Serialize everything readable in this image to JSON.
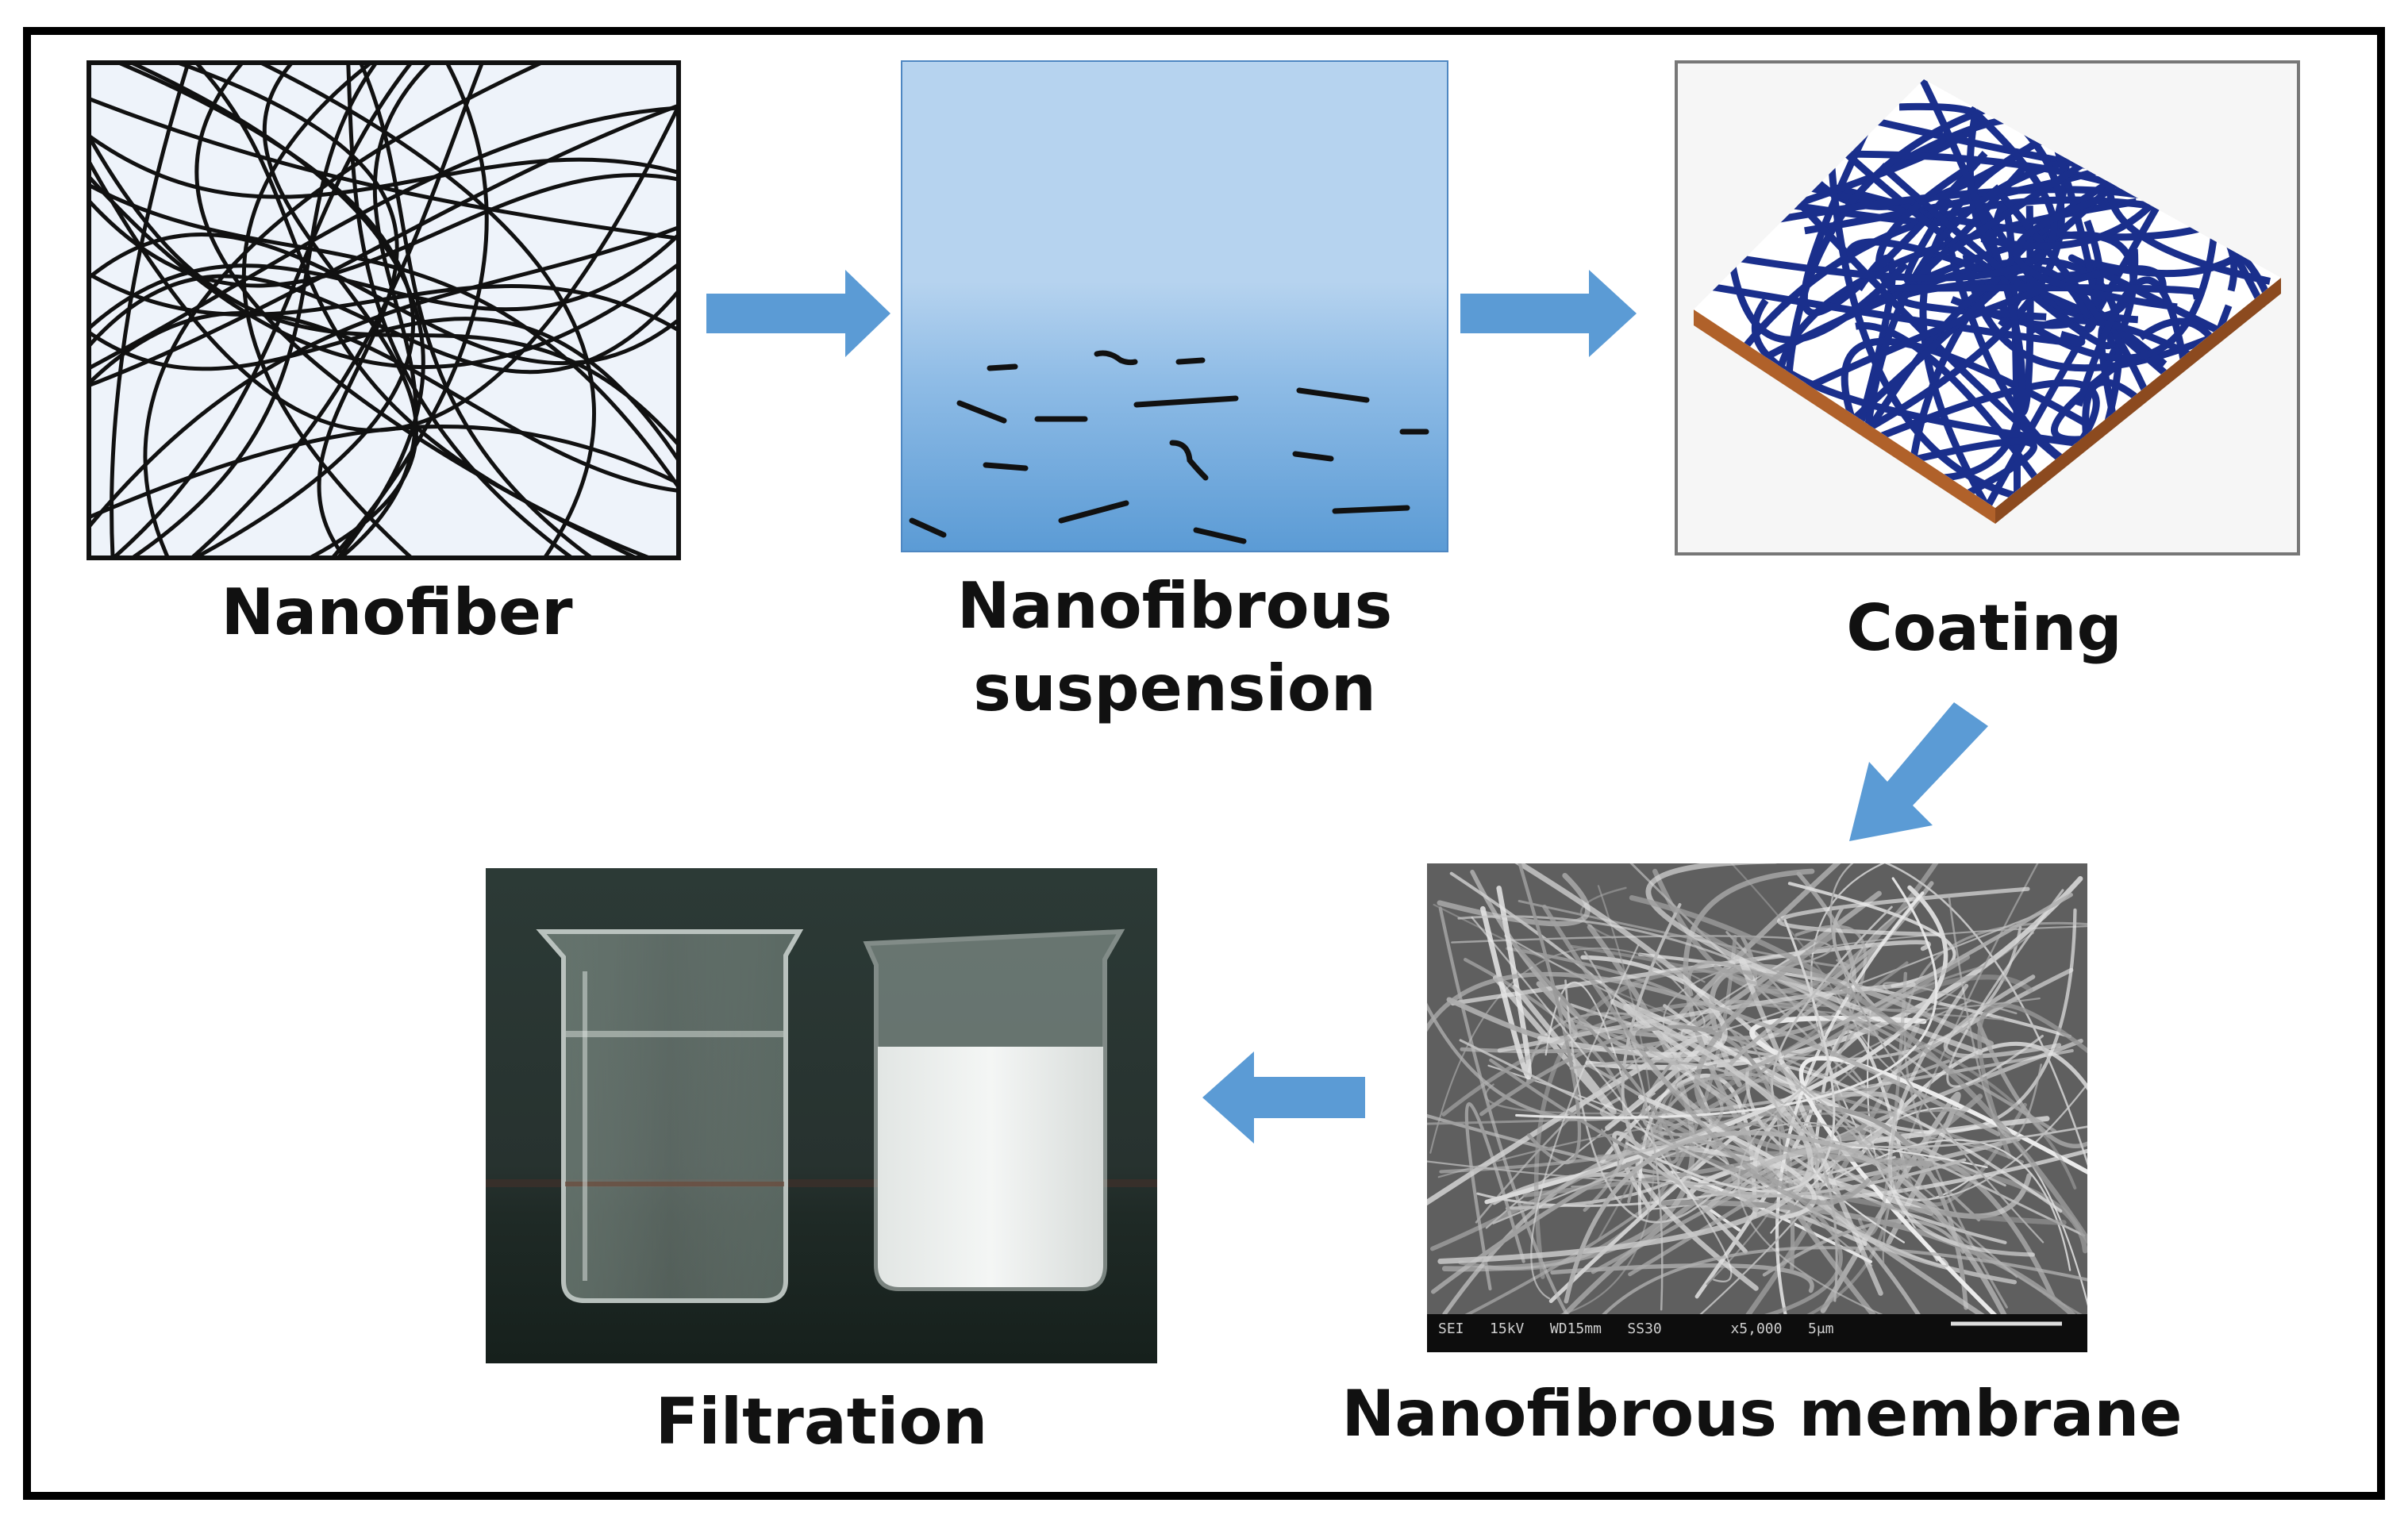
{
  "steps": {
    "nanofiber": "Nanofiber",
    "suspension": "Nanofibrous suspension",
    "coating": "Coating",
    "membrane": "Nanofibrous membrane",
    "filtration": "Filtration"
  },
  "sem_bar": "SEI   15kV   WD15mm   SS30        x5,000   5μm",
  "colors": {
    "arrow": "#5b9bd5",
    "suspension_top": "#b6d3ef",
    "suspension_bottom": "#5b9bd5",
    "mesh": "#1a2f8c",
    "substrate": "#b0612a"
  }
}
